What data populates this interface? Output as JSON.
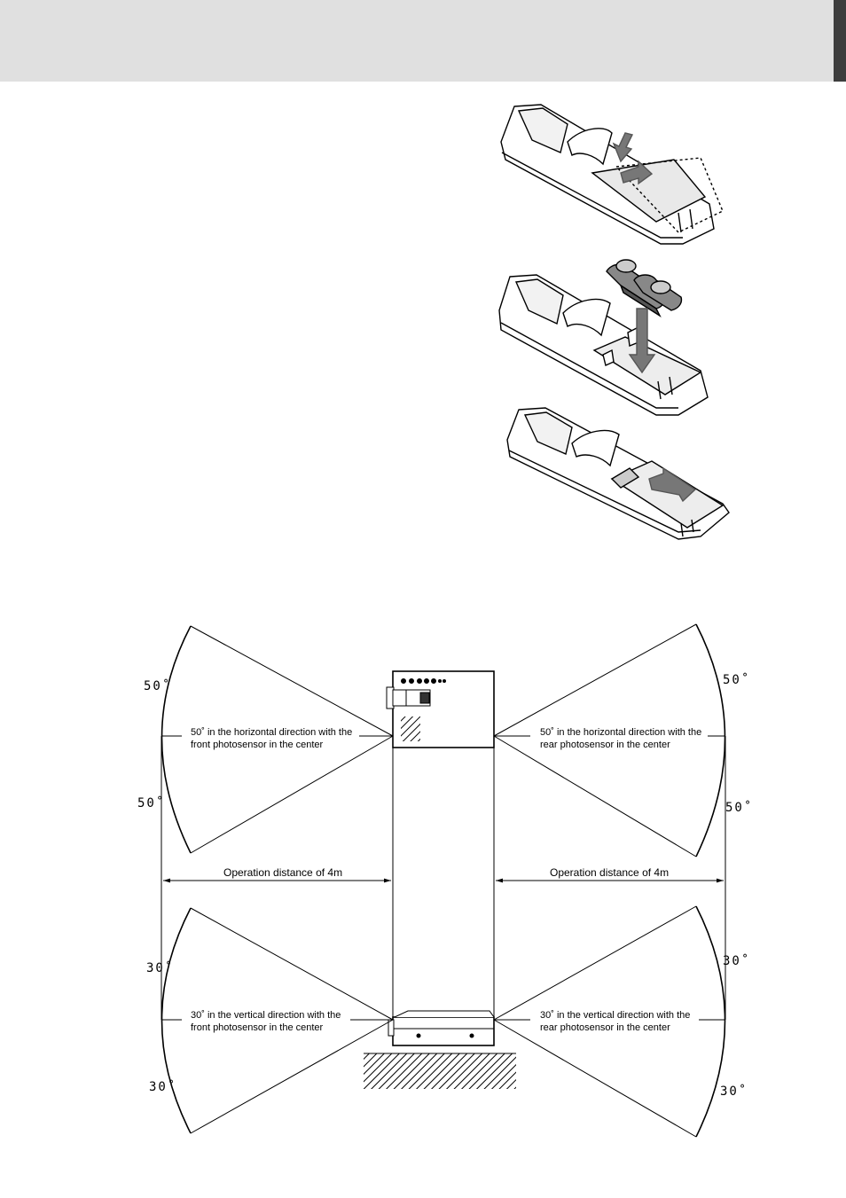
{
  "header": {
    "band_color": "#e0e0e0",
    "tab_color": "#3d3d3d"
  },
  "diagram": {
    "horizontal_left": {
      "line1": "50˚ in the horizontal direction with the",
      "line2": "front photosensor in the center"
    },
    "horizontal_right": {
      "line1": "50˚ in the horizontal direction with the",
      "line2": "rear photosensor in the center"
    },
    "vertical_left": {
      "line1": "30˚ in the vertical direction with the",
      "line2": "front photosensor in the center"
    },
    "vertical_right": {
      "line1": "30˚ in the vertical direction with the",
      "line2": "rear photosensor in the center"
    },
    "distance_left": "Operation distance of 4m",
    "distance_right": "Operation distance of 4m",
    "angles": {
      "top_left_upper": "50˚",
      "top_left_lower": "50˚",
      "top_right_upper": "50˚",
      "top_right_lower": "50˚",
      "bottom_left_upper": "30˚",
      "bottom_left_lower": "30˚",
      "bottom_right_upper": "30˚",
      "bottom_right_lower": "30˚"
    }
  }
}
